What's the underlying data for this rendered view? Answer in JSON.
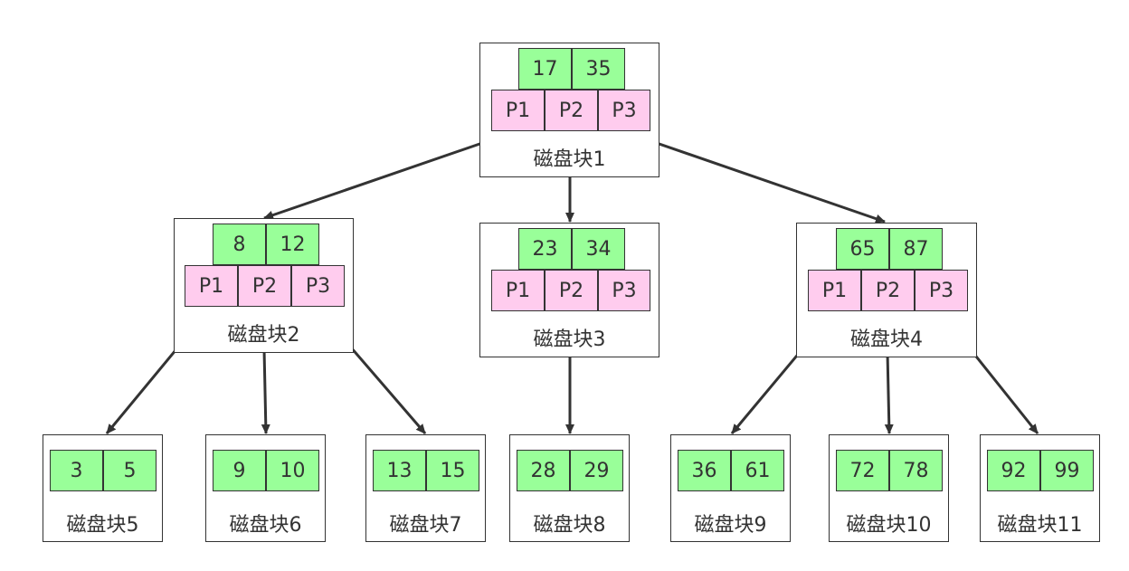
{
  "colors": {
    "key_fill": "#99ff99",
    "pointer_fill": "#ffccee",
    "stroke": "#333333"
  },
  "blocks": {
    "b1": {
      "label": "磁盘块1",
      "keys": [
        "17",
        "35"
      ],
      "pointers": [
        "P1",
        "P2",
        "P3"
      ]
    },
    "b2": {
      "label": "磁盘块2",
      "keys": [
        "8",
        "12"
      ],
      "pointers": [
        "P1",
        "P2",
        "P3"
      ]
    },
    "b3": {
      "label": "磁盘块3",
      "keys": [
        "23",
        "34"
      ],
      "pointers": [
        "P1",
        "P2",
        "P3"
      ]
    },
    "b4": {
      "label": "磁盘块4",
      "keys": [
        "65",
        "87"
      ],
      "pointers": [
        "P1",
        "P2",
        "P3"
      ]
    },
    "b5": {
      "label": "磁盘块5",
      "keys": [
        "3",
        "5"
      ]
    },
    "b6": {
      "label": "磁盘块6",
      "keys": [
        "9",
        "10"
      ]
    },
    "b7": {
      "label": "磁盘块7",
      "keys": [
        "13",
        "15"
      ]
    },
    "b8": {
      "label": "磁盘块8",
      "keys": [
        "28",
        "29"
      ]
    },
    "b9": {
      "label": "磁盘块9",
      "keys": [
        "36",
        "61"
      ]
    },
    "b10": {
      "label": "磁盘块10",
      "keys": [
        "72",
        "78"
      ]
    },
    "b11": {
      "label": "磁盘块11",
      "keys": [
        "92",
        "99"
      ]
    }
  },
  "edges": [
    {
      "from": "b1",
      "pointer": "P1",
      "to": "b2"
    },
    {
      "from": "b1",
      "pointer": "P2",
      "to": "b3"
    },
    {
      "from": "b1",
      "pointer": "P3",
      "to": "b4"
    },
    {
      "from": "b2",
      "pointer": "P1",
      "to": "b5"
    },
    {
      "from": "b2",
      "pointer": "P2",
      "to": "b6"
    },
    {
      "from": "b2",
      "pointer": "P3",
      "to": "b7"
    },
    {
      "from": "b3",
      "pointer": "P2",
      "to": "b8"
    },
    {
      "from": "b4",
      "pointer": "P1",
      "to": "b9"
    },
    {
      "from": "b4",
      "pointer": "P2",
      "to": "b10"
    },
    {
      "from": "b4",
      "pointer": "P3",
      "to": "b11"
    }
  ]
}
